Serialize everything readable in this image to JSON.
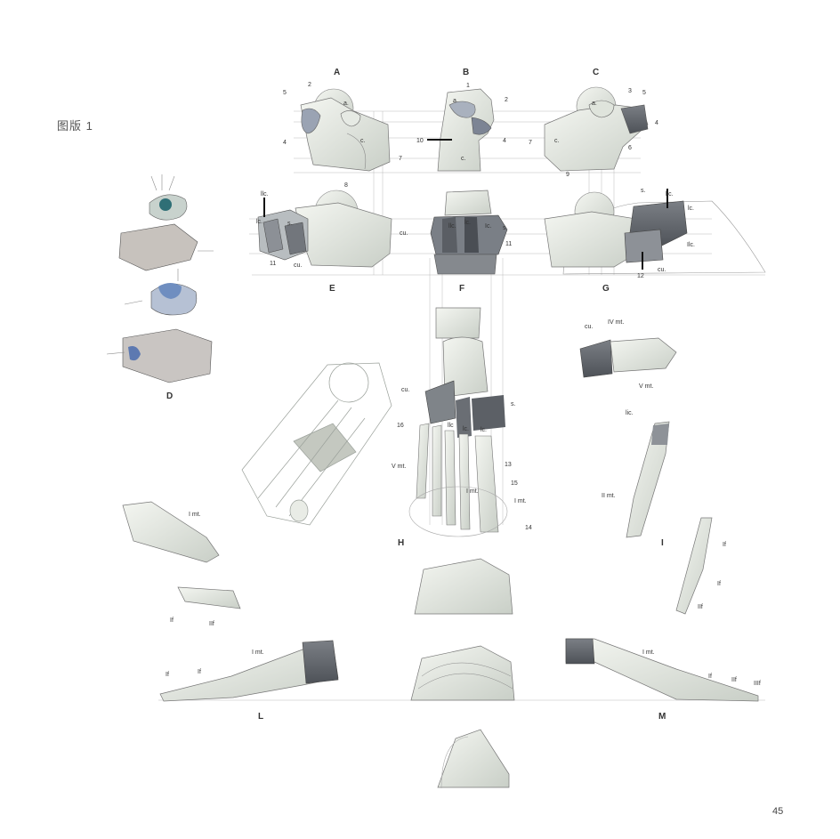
{
  "plate": {
    "title": "图版 1",
    "page_number": "45"
  },
  "figures": {
    "A": "A",
    "B": "B",
    "C": "C",
    "D": "D",
    "E": "E",
    "F": "F",
    "G": "G",
    "H": "H",
    "I": "I",
    "L": "L",
    "M": "M"
  },
  "annotations": {
    "a_2": "2",
    "a_5": "5",
    "a_4": "4",
    "a_a": "a.",
    "a_c": "c.",
    "a_7": "7",
    "a_8": "8",
    "b_1": "1",
    "b_2": "2",
    "b_a": "a.",
    "b_10": "10",
    "b_4": "4",
    "b_c": "c.",
    "c_3": "3",
    "c_5": "5",
    "c_4": "4",
    "c_a": "a.",
    "c_7": "7",
    "c_c": "c.",
    "c_6": "6",
    "c_9": "9",
    "e_llc": "llc.",
    "e_lc": "lc.",
    "e_s": "s.",
    "e_11": "11",
    "e_cu": "cu.",
    "f_cu": "cu.",
    "f_llc": "llc.",
    "f_lc": "lc.",
    "f_ic": "Ic.",
    "f_s": "s",
    "f_11": "11",
    "g_s": "s.",
    "g_llc": "llc.",
    "g_lc": "lc.",
    "g_ilc": "Ilc.",
    "g_12": "12",
    "g_cu": "cu.",
    "h_cu": "cu.",
    "h_s": "s.",
    "h_16": "16",
    "h_llc": "llc",
    "h_ic": "lc.",
    "h_lc": "lc.",
    "h_13": "13",
    "h_vmt": "V mt.",
    "h_15": "15",
    "h_imt": "I mt.",
    "h_imt2": "I mt.",
    "h_14": "14",
    "cu_top": "cu.",
    "ivmt": "IV mt.",
    "vmt": "V mt.",
    "i_lic": "lic.",
    "i_iimt": "II mt.",
    "i_f1": "If",
    "i_f2": "If",
    "i_f3": "IIf",
    "k_imt": "I mt.",
    "k_if": "If",
    "k_iif": "IIf",
    "l_imt": "I mt.",
    "l_if1": "If",
    "l_if2": "If",
    "m_imt": "I mt.",
    "m_if": "If",
    "m_iif": "IIf",
    "m_iiif": "IIIf"
  }
}
